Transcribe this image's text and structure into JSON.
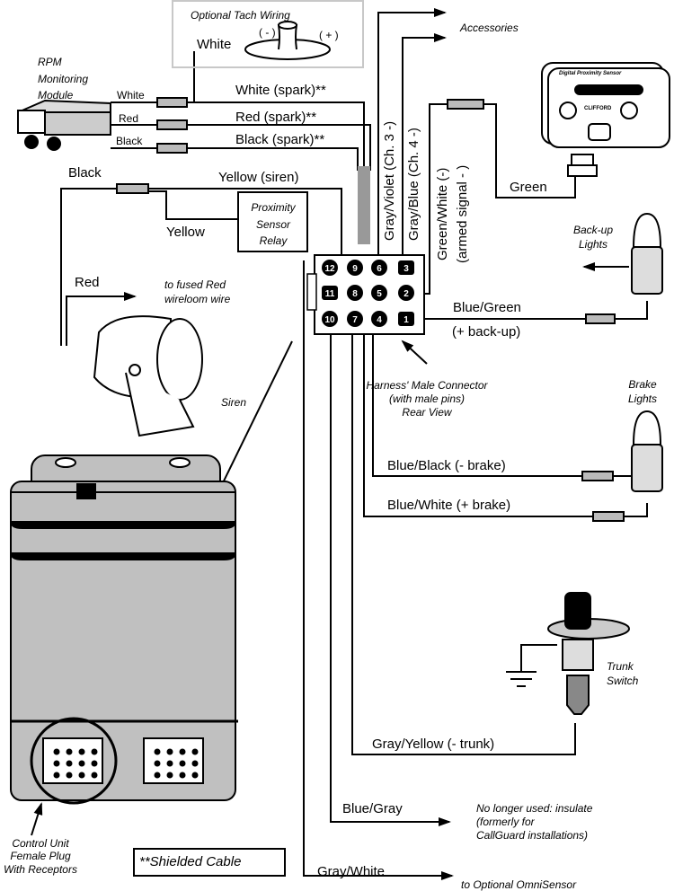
{
  "diagram": {
    "tach": {
      "title": "Optional Tach Wiring",
      "wire": "White",
      "minus": "( - )",
      "plus": "( + )"
    },
    "rpm_module": {
      "label_lines": [
        "RPM",
        "Monitoring",
        "Module"
      ],
      "wires": [
        "White",
        "Red",
        "Black"
      ]
    },
    "spark_wires": [
      "White (spark)**",
      "Red (spark)**",
      "Black (spark)**"
    ],
    "accessories": "Accessories",
    "vertical_wires": [
      "Gray/Violet (Ch. 3 -)",
      "Gray/Blue (Ch. 4 -)",
      "Green/White (-)",
      "(armed signal - )"
    ],
    "proximity_sensor": {
      "title": "Digital Proximity Sensor",
      "brand": "CLIFFORD",
      "wire": "Green"
    },
    "siren_wiring": {
      "black": "Black",
      "yellow_siren": "Yellow (siren)",
      "yellow": "Yellow",
      "relay_lines": [
        "Proximity",
        "Sensor",
        "Relay"
      ],
      "red": "Red",
      "red_note_lines": [
        "to fused Red",
        "wireloom wire"
      ],
      "siren_label": "Siren"
    },
    "connector": {
      "pins": [
        {
          "n": "12",
          "shape": "circle"
        },
        {
          "n": "9",
          "shape": "circle"
        },
        {
          "n": "6",
          "shape": "circle"
        },
        {
          "n": "3",
          "shape": "square"
        },
        {
          "n": "11",
          "shape": "square"
        },
        {
          "n": "8",
          "shape": "circle"
        },
        {
          "n": "5",
          "shape": "circle"
        },
        {
          "n": "2",
          "shape": "circle"
        },
        {
          "n": "10",
          "shape": "circle"
        },
        {
          "n": "7",
          "shape": "circle"
        },
        {
          "n": "4",
          "shape": "circle"
        },
        {
          "n": "1",
          "shape": "square"
        }
      ],
      "caption_lines": [
        "Harness' Male Connector",
        "(with male pins)",
        "Rear View"
      ]
    },
    "backup": {
      "label_lines": [
        "Back-up",
        "Lights"
      ],
      "wire": "Blue/Green",
      "note": "(+ back-up)"
    },
    "brake": {
      "label_lines": [
        "Brake",
        "Lights"
      ],
      "wire_neg": "Blue/Black (- brake)",
      "wire_pos": "Blue/White (+ brake)"
    },
    "trunk": {
      "label_lines": [
        "Trunk",
        "Switch"
      ],
      "wire": "Gray/Yellow (- trunk)"
    },
    "blue_gray": {
      "wire": "Blue/Gray",
      "note_lines": [
        "No longer used: insulate",
        "(formerly for",
        "CallGuard installations)"
      ]
    },
    "gray_white": {
      "wire": "Gray/White",
      "note": "to Optional OmniSensor"
    },
    "control_unit": {
      "caption_lines": [
        "Control Unit",
        "Female Plug",
        "With Receptors"
      ]
    },
    "legend": "**Shielded Cable"
  }
}
